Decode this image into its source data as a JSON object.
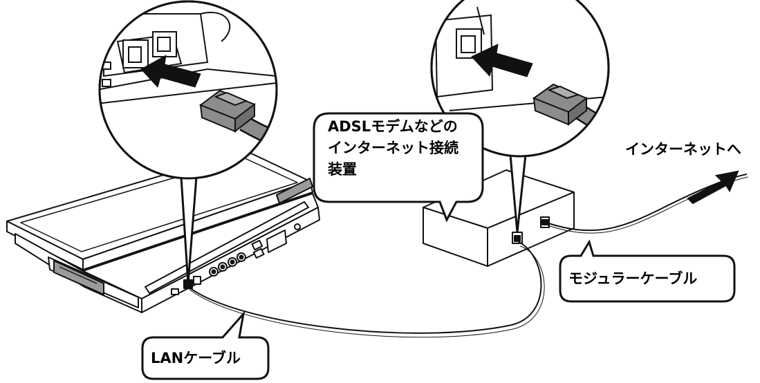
{
  "labels": {
    "modem_callout": [
      "ADSLモデムなどの",
      "インターネット接続",
      "装置"
    ],
    "internet": "インターネットへ",
    "modular_cable": "モジュラーケーブル",
    "lan_cable": "LANケーブル"
  },
  "colors": {
    "stroke": "#111111",
    "device_gray": "#9a9a9a",
    "plug_gray": "#8c8c8c",
    "background": "#ffffff"
  },
  "icons": [
    "laptop-illustration",
    "modem-illustration",
    "rj45-plug-icon",
    "arrow-icon"
  ]
}
